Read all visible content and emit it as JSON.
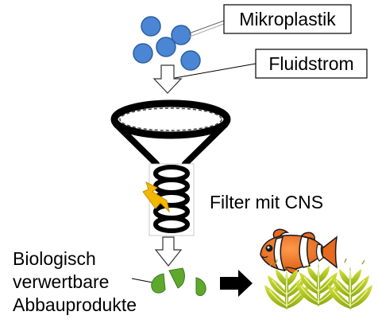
{
  "labels": {
    "microplastic": "Mikroplastik",
    "fluid_flow": "Fluidstrom",
    "filter": "Filter mit CNS",
    "degradation_line1": "Biologisch",
    "degradation_line2": "verwertbare",
    "degradation_line3": "Abbauprodukte"
  },
  "colors": {
    "particle_fill": "#4a86d4",
    "particle_stroke": "#2d5f9e",
    "lightning_fill": "#f2b800",
    "fragment_fill": "#5fa82e",
    "fragment_stroke": "#3c7a1a",
    "fish_body": "#f07a2a",
    "plant_fill": "#b7cc22",
    "plant_vein": "#f2f7b5"
  },
  "icons": {
    "particles": "microplastic-particles",
    "flow_arrow": "down-arrow-icon",
    "funnel": "funnel-filter-icon",
    "coil": "cns-coil-icon",
    "lightning": "lightning-icon",
    "fragments": "degradation-fragments-icon",
    "result_arrow": "right-arrow-icon",
    "fish": "clownfish-icon",
    "plants": "aquatic-plants-icon"
  }
}
